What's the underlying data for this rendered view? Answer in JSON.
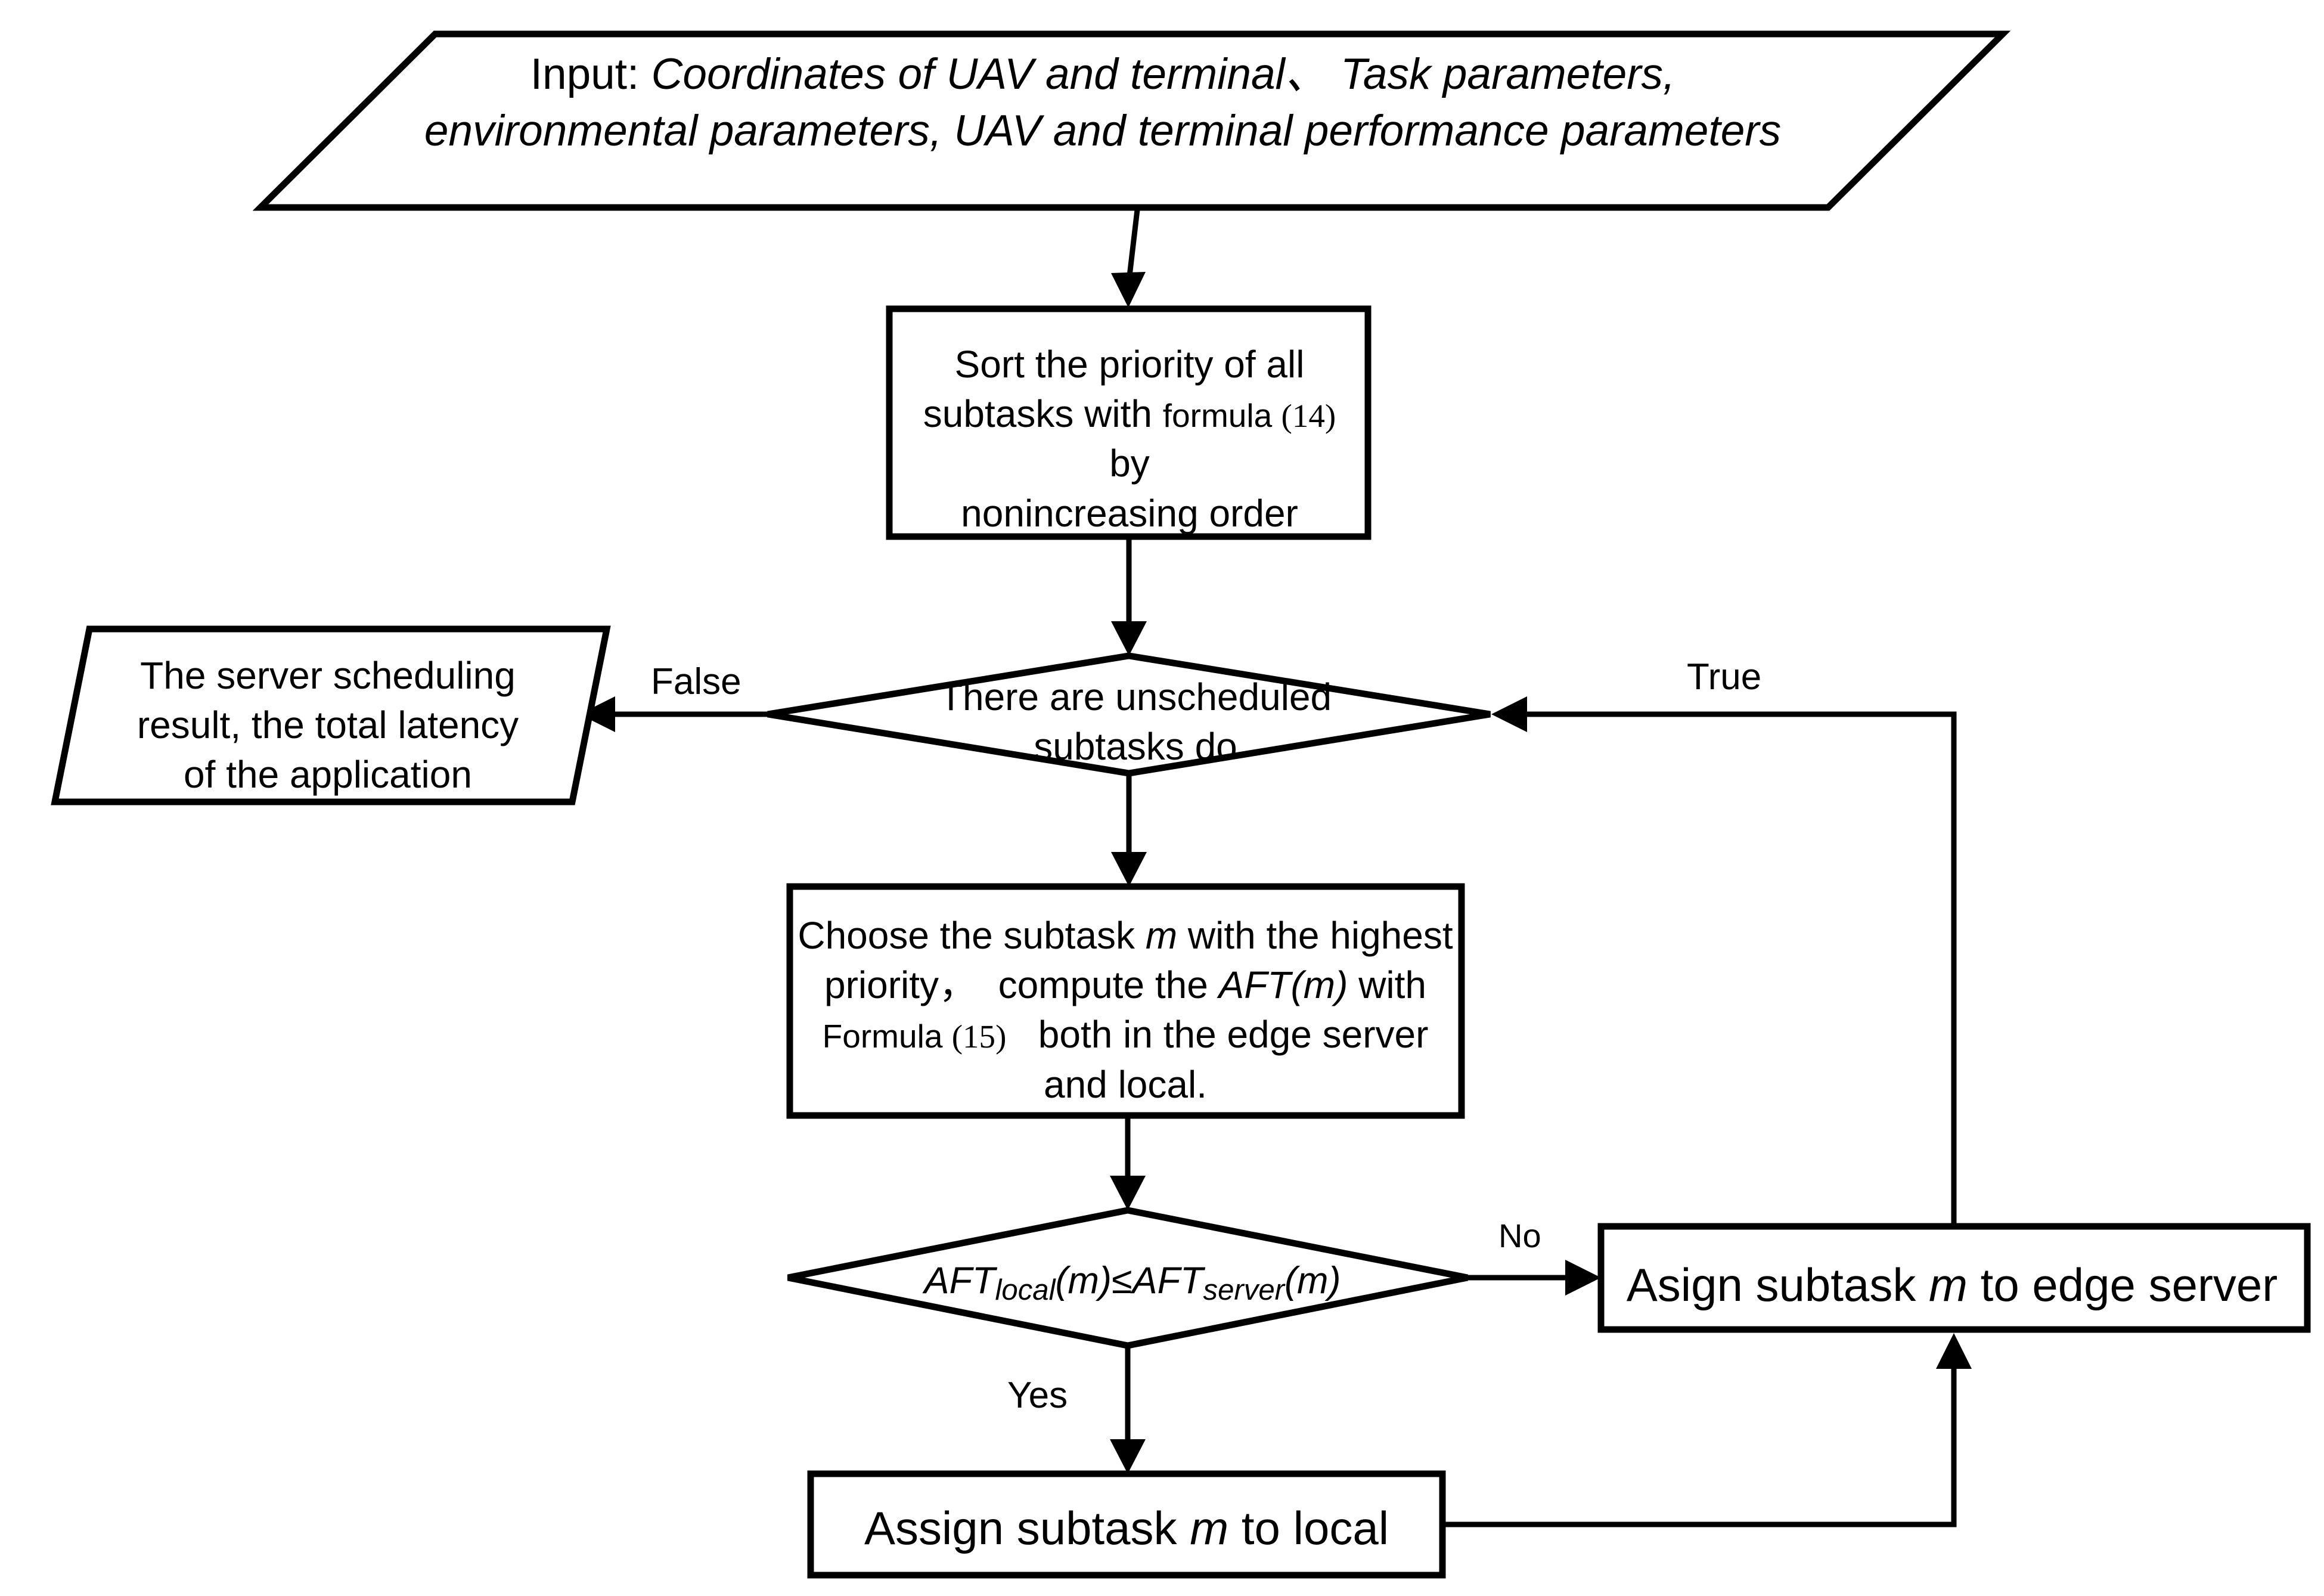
{
  "diagram": {
    "type": "flowchart",
    "title": "UAV edge-computing subtask scheduling flowchart",
    "orientation": "top-to-bottom"
  },
  "nodes": {
    "input": {
      "shape": "parallelogram",
      "role": "input",
      "label_prefix": "Input: ",
      "line1_italic": "Coordinates of UAV and terminal、 Task parameters,",
      "line2_italic": "environmental parameters, UAV and terminal performance parameters"
    },
    "sort": {
      "shape": "rectangle",
      "role": "process",
      "line1": "Sort the priority of all",
      "line2_a": "subtasks with ",
      "line2_small": "formula ",
      "line2_num": "(14)",
      "line2_b": "   by",
      "line3": "nonincreasing order"
    },
    "decision_unscheduled": {
      "shape": "diamond",
      "role": "decision",
      "line1": "There are unscheduled",
      "line2": "subtasks do"
    },
    "output": {
      "shape": "parallelogram",
      "role": "output",
      "line1": "The server scheduling",
      "line2": "result, the total latency",
      "line3": "of the application"
    },
    "choose": {
      "shape": "rectangle",
      "role": "process",
      "line1_a": "Choose the subtask ",
      "line1_var": "m",
      "line1_b": " with the highest",
      "line2_a": "priority，  compute the ",
      "line2_var": "AFT(m)",
      "line2_b": " with",
      "line3_small": "Formula ",
      "line3_num": "(15)",
      "line3_b": "   both in the edge server",
      "line4": "and local."
    },
    "decision_aft": {
      "shape": "diamond",
      "role": "decision",
      "expr_a": "AFT",
      "expr_sub1": "local",
      "expr_b": "(m)≤AFT",
      "expr_sub2": "server",
      "expr_c": "(m)"
    },
    "assign_edge": {
      "shape": "rectangle",
      "role": "process",
      "text_a": "Asign subtask ",
      "text_var": "m",
      "text_b": " to edge server"
    },
    "assign_local": {
      "shape": "rectangle",
      "role": "process",
      "text_a": "Assign subtask ",
      "text_var": "m",
      "text_b": " to local"
    }
  },
  "edge_labels": {
    "false": "False",
    "true": "True",
    "no": "No",
    "yes": "Yes"
  },
  "colors": {
    "stroke": "#000000",
    "fill": "#ffffff",
    "text": "#000000"
  }
}
